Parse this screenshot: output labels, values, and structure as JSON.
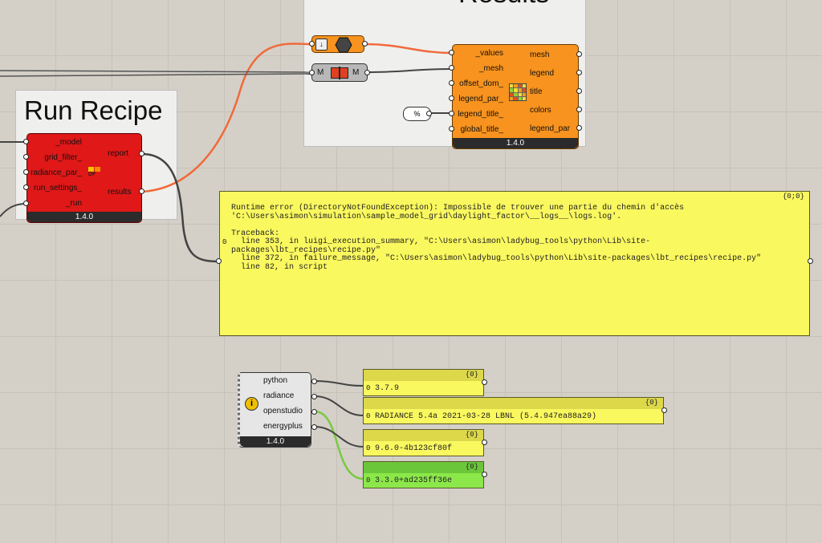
{
  "run_recipe_group": {
    "title": "Run Recipe"
  },
  "results_group": {
    "title": "Results"
  },
  "run_recipe": {
    "inputs": [
      "_model",
      "grid_filter_",
      "radiance_par_",
      "run_settings_",
      "_run"
    ],
    "outputs": [
      "report",
      "results"
    ],
    "icon_text": "DF",
    "version": "1.4.0"
  },
  "spatial_heatmap": {
    "inputs": [
      "_values",
      "_mesh",
      "offset_dom_",
      "legend_par_",
      "legend_title_",
      "global_title_"
    ],
    "outputs": [
      "mesh",
      "legend",
      "title",
      "colors",
      "legend_par"
    ],
    "version": "1.4.0"
  },
  "mesh_param": {
    "left_label": "M",
    "right_label": "M"
  },
  "percent_panel": {
    "value": "%"
  },
  "error_panel": {
    "path": "{0;0}",
    "index": "0",
    "text": "Runtime error (DirectoryNotFoundException): Impossible de trouver une partie du chemin d'accès\n'C:\\Users\\asimon\\simulation\\sample_model_grid\\daylight_factor\\__logs__\\logs.log'.\n\nTraceback:\n  line 353, in luigi_execution_summary, \"C:\\Users\\asimon\\ladybug_tools\\python\\Lib\\site-\npackages\\lbt_recipes\\recipe.py\"\n  line 372, in failure_message, \"C:\\Users\\asimon\\ladybug_tools\\python\\Lib\\site-packages\\lbt_recipes\\recipe.py\"\n  line 82, in script"
  },
  "versions_component": {
    "outputs": [
      "python",
      "radiance",
      "openstudio",
      "energyplus"
    ],
    "version": "1.4.0"
  },
  "output_panels": [
    {
      "path": "{0}",
      "index": "0",
      "value": "3.7.9"
    },
    {
      "path": "{0}",
      "index": "0",
      "value": "RADIANCE 5.4a 2021-03-28 LBNL (5.4.947ea88a29)"
    },
    {
      "path": "{0}",
      "index": "0",
      "value": "9.6.0-4b123cf80f"
    },
    {
      "path": "{0}",
      "index": "0",
      "value": "3.3.0+ad235ff36e"
    }
  ],
  "colors": {
    "canvas": "#d4d0c8",
    "run_recipe_error": "#e01818",
    "heatmap_orange": "#f7931e",
    "panel_yellow": "#faf85f",
    "panel_green": "#8ce84a",
    "wire_orange": "#f06a3a",
    "wire_gray": "#444444",
    "wire_green": "#7ac943"
  }
}
